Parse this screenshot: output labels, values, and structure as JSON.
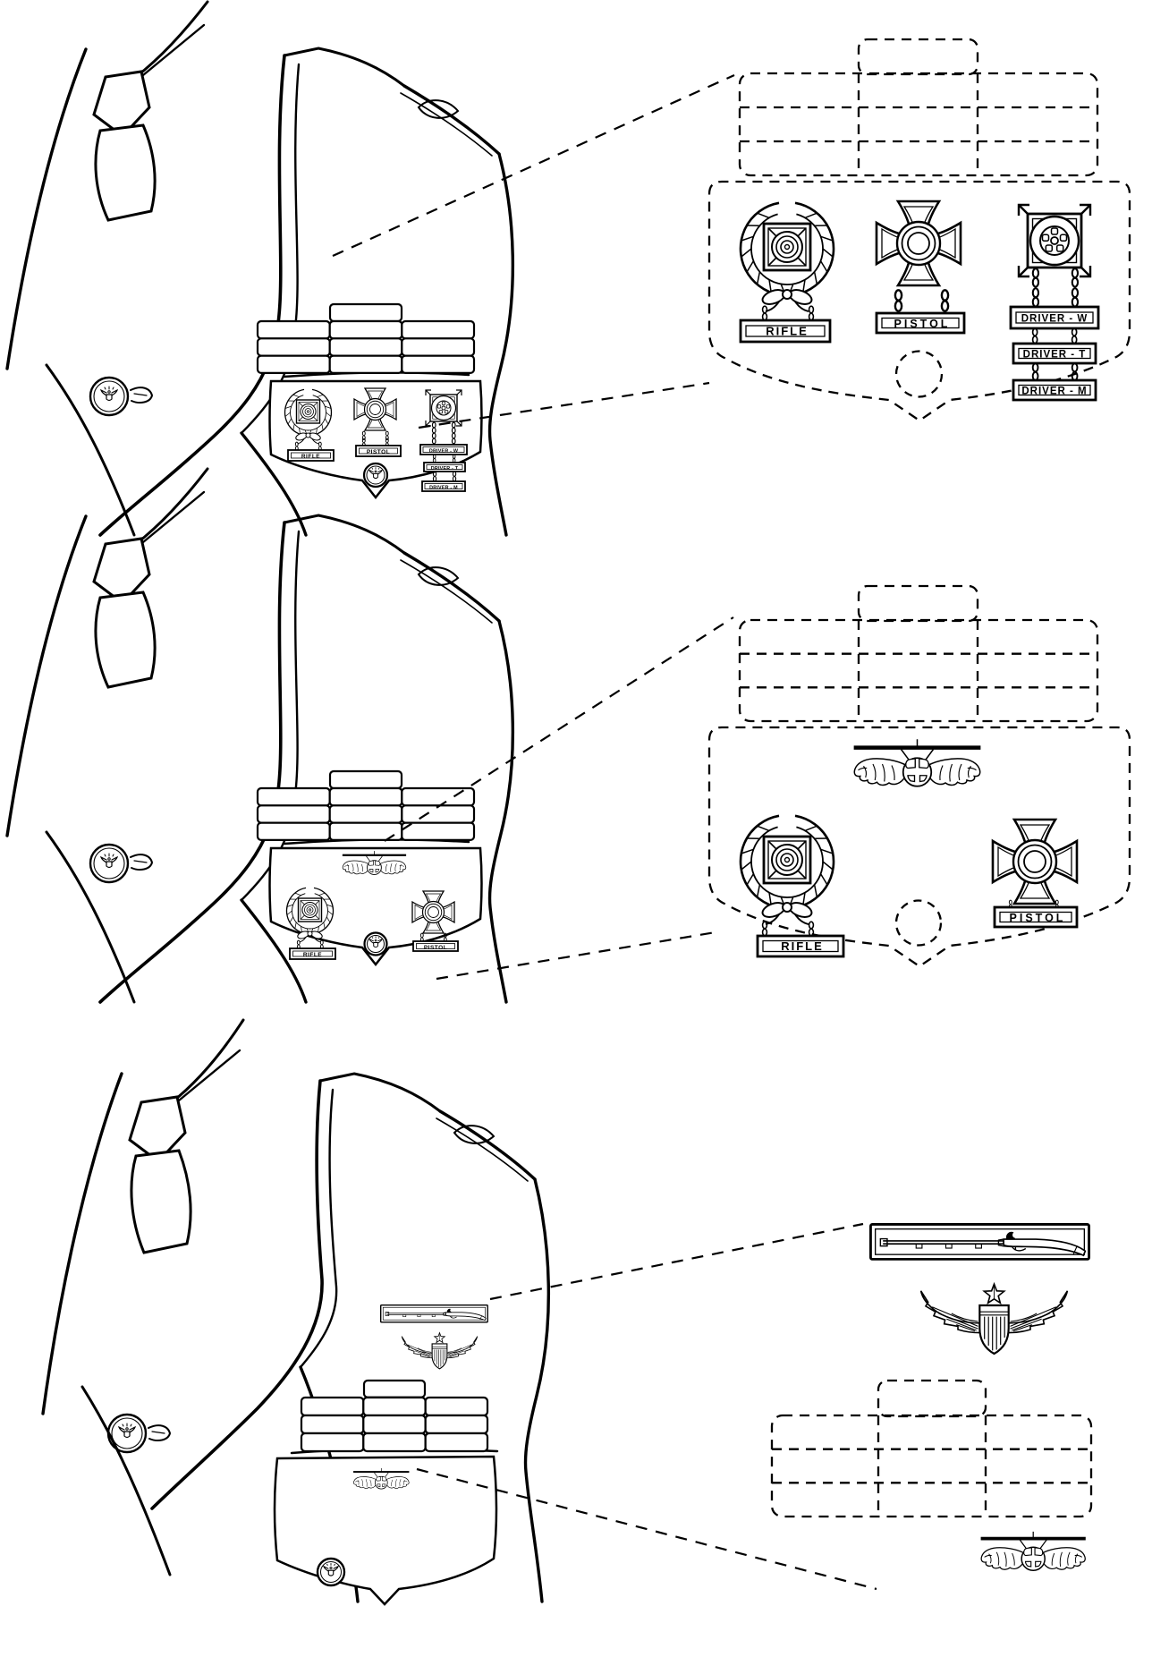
{
  "figure": "army-service-uniform-badge-placement",
  "panels": [
    {
      "id": "top",
      "badges": [
        "expert-marksmanship-badge-rifle",
        "sharpshooter-marksmanship-badge-pistol",
        "driver-and-mechanic-badge"
      ],
      "ribbon_rack": {
        "rows": 3,
        "columns": 3,
        "extra_top_ribbon": 1
      },
      "bars": {
        "rifle": "RIFLE",
        "pistol": "PISTOL",
        "driver_w": "DRIVER - W",
        "driver_t": "DRIVER - T",
        "driver_m": "DRIVER - M"
      }
    },
    {
      "id": "middle",
      "badges": [
        "air-assault-badge",
        "expert-marksmanship-badge-rifle",
        "sharpshooter-marksmanship-badge-pistol"
      ],
      "ribbon_rack": {
        "rows": 3,
        "columns": 3,
        "extra_top_ribbon": 1
      },
      "bars": {
        "rifle": "RIFLE",
        "pistol": "PISTOL"
      }
    },
    {
      "id": "bottom",
      "badges": [
        "expert-infantryman-badge",
        "senior-army-aviator-badge",
        "air-assault-badge"
      ],
      "ribbon_rack": {
        "rows": 3,
        "columns": 3,
        "extra_top_ribbon": 1
      },
      "bars": {}
    }
  ]
}
